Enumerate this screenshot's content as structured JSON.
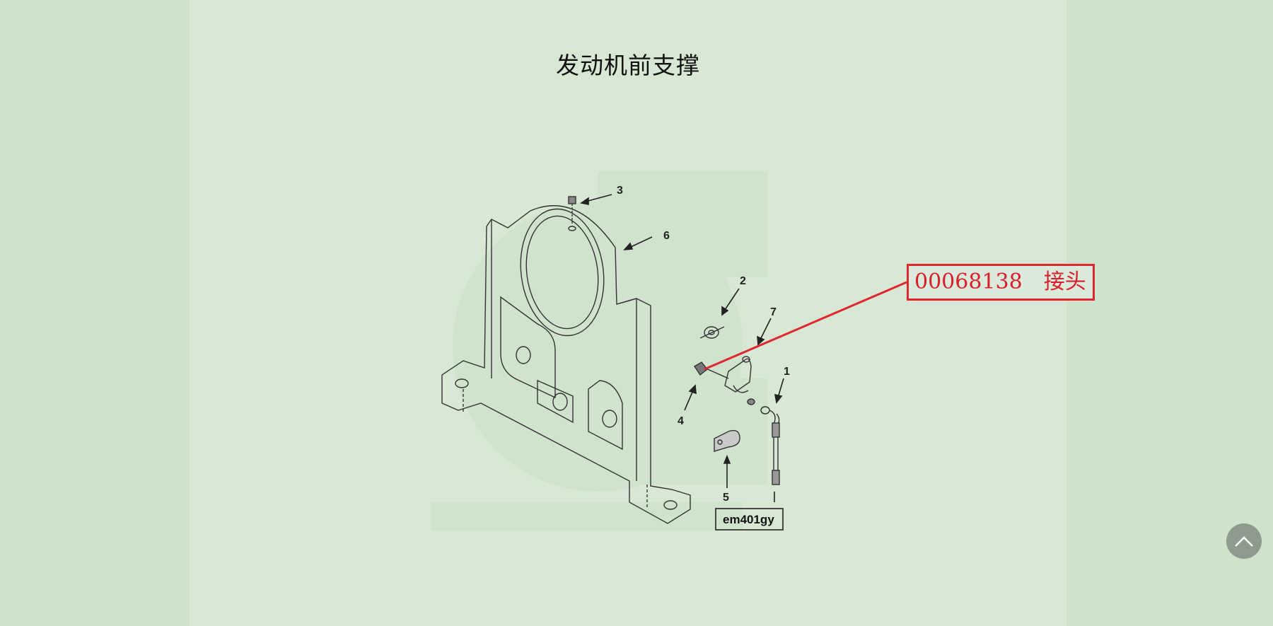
{
  "page": {
    "cut_heading": "",
    "title": "发动机前支撑"
  },
  "figure": {
    "part_numbers": [
      "1",
      "2",
      "3",
      "4",
      "5",
      "6",
      "7"
    ],
    "code": "em401gy",
    "watermark_icon": "cummins-logo-watermark"
  },
  "callout": {
    "text": "00068138　接头",
    "color": "#e0262e"
  },
  "controls": {
    "back_to_top_icon": "chevron-up-icon"
  }
}
